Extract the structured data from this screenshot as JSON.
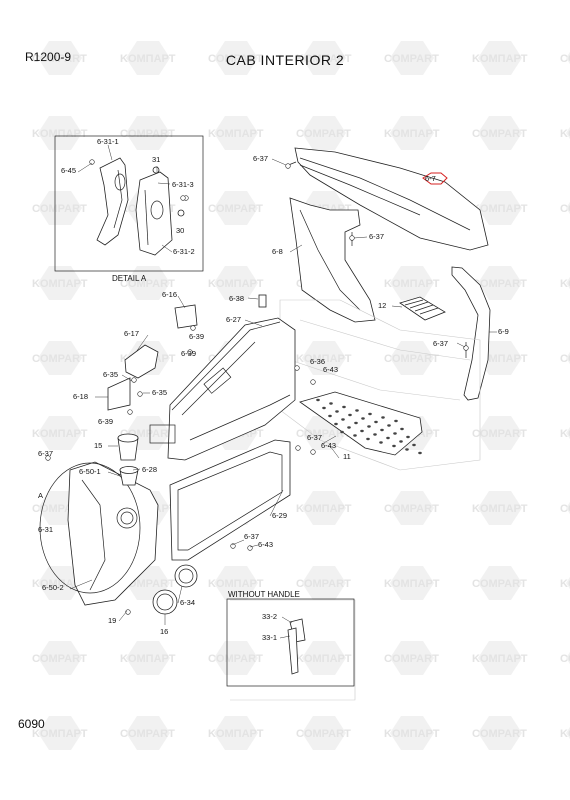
{
  "header": {
    "model": "R1200-9",
    "title": "CAB INTERIOR 2"
  },
  "footer": {
    "page_number": "6090"
  },
  "watermark": {
    "brand": "COMPART",
    "alt_brand": "KOMПАРТ",
    "color": "#e3e3e3"
  },
  "highlight_color": "#d62020",
  "boxes": {
    "detail_a": "DETAIL A",
    "without_handle": "WITHOUT HANDLE"
  },
  "callouts": {
    "c6311": "6-31-1",
    "c645": "6-45",
    "c31": "31",
    "c6313": "6-31-3",
    "c30": "30",
    "c6312": "6-31-2",
    "c637a": "6-37",
    "c67": "6-7",
    "c68": "6-8",
    "c637b": "6-37",
    "c616": "6-16",
    "c638": "6-38",
    "c627": "6-27",
    "c12": "12",
    "c617": "6-17",
    "c639a": "6-39",
    "c639b": "6-39",
    "c637c": "6-37",
    "c69": "6-9",
    "c635a": "6-35",
    "c635b": "6-35",
    "c636": "6-36",
    "c643a": "6-43",
    "c618": "6-18",
    "c639c": "6-39",
    "c637d": "6-37",
    "c643b": "6-43",
    "c15": "15",
    "c11": "11",
    "c637e": "6-37",
    "c6501": "6-50-1",
    "c628": "6-28",
    "cA": "A",
    "c631": "6-31",
    "c629": "6-29",
    "c637f": "6-37",
    "c643c": "6-43",
    "c6502": "6-50-2",
    "c634": "6-34",
    "c19": "19",
    "c16": "16",
    "c332": "33-2",
    "c331": "33-1"
  }
}
